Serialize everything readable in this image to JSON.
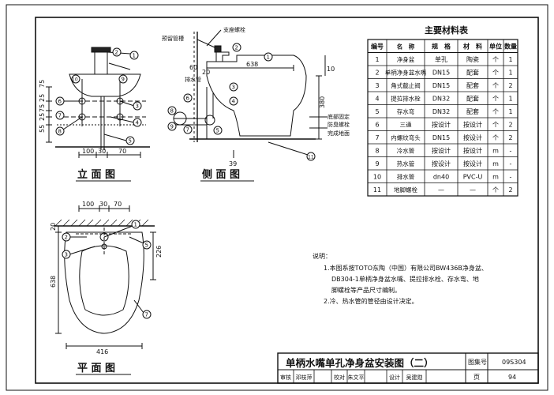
{
  "views": {
    "elevation": {
      "title": "立 面 图",
      "dims_vertical": [
        "75",
        "25",
        "75",
        "25",
        "55"
      ],
      "dims_horizontal": [
        "100",
        "30",
        "70"
      ],
      "callouts": [
        "1",
        "2",
        "3",
        "4",
        "5",
        "6",
        "7",
        "8",
        "9",
        "10"
      ]
    },
    "side": {
      "title": "侧 面 图",
      "labels": {
        "support_spout": "支座螺栓",
        "pipe_mount": "预留管槽",
        "wall_ground": "底部固定",
        "fix_rod": "防臭螺栓",
        "floor": "完成地面",
        "lift_rod": "排水管"
      },
      "dims": [
        "638",
        "60",
        "20",
        "10",
        "380",
        "39"
      ],
      "callouts": [
        "1",
        "2",
        "3",
        "4",
        "5",
        "6",
        "7",
        "8",
        "9",
        "11"
      ]
    },
    "plan": {
      "title": "平 面 图",
      "dims": [
        "100",
        "30",
        "70",
        "20",
        "638",
        "226",
        "416"
      ],
      "callouts": [
        "1",
        "2",
        "3",
        "5",
        "7"
      ]
    }
  },
  "materials": {
    "title": "主要材料表",
    "headers": [
      "编号",
      "名　称",
      "规　格",
      "材　料",
      "单位",
      "数量"
    ],
    "rows": [
      [
        "1",
        "净身盆",
        "单孔",
        "陶瓷",
        "个",
        "1"
      ],
      [
        "2",
        "单柄净身盆水嘴",
        "DN15",
        "配套",
        "个",
        "1"
      ],
      [
        "3",
        "角式截止阀",
        "DN15",
        "配套",
        "个",
        "2"
      ],
      [
        "4",
        "提拉排水栓",
        "DN32",
        "配套",
        "个",
        "1"
      ],
      [
        "5",
        "存水弯",
        "DN32",
        "配套",
        "个",
        "1"
      ],
      [
        "6",
        "三通",
        "按设计",
        "按设计",
        "个",
        "2"
      ],
      [
        "7",
        "内螺纹弯头",
        "DN15",
        "按设计",
        "个",
        "2"
      ],
      [
        "8",
        "冷水管",
        "按设计",
        "按设计",
        "m",
        "-"
      ],
      [
        "9",
        "热水管",
        "按设计",
        "按设计",
        "m",
        "-"
      ],
      [
        "10",
        "排水管",
        "dn40",
        "PVC-U",
        "m",
        "-"
      ],
      [
        "11",
        "地脚螺栓",
        "—",
        "—",
        "个",
        "2"
      ]
    ]
  },
  "notes": {
    "heading": "说明：",
    "lines": [
      "1.本图系按TOTO东陶（中国）有限公司BW436B净身盆、",
      "DB304-1单柄净身盆水嘴、提拉排水栓、存水弯、地",
      "脚螺栓等产品尺寸编制。",
      "2.冷、热水管的管径由设计决定。"
    ]
  },
  "title_block": {
    "title": "单柄水嘴单孔净身盆安装图（二）",
    "atlas_label": "图集号",
    "atlas_no": "09S304",
    "page_label": "页",
    "page_no": "94",
    "row2": [
      "审核",
      "邓枝萍",
      "",
      "校对",
      "朱文平",
      "",
      "设计",
      "吴建勋",
      ""
    ]
  }
}
